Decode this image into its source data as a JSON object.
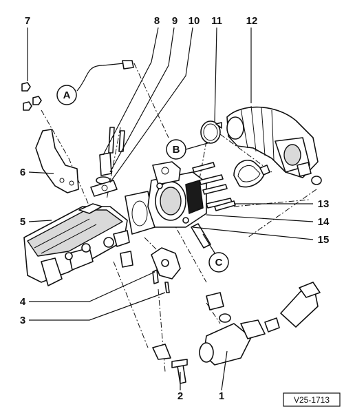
{
  "reference_code": "V25-1713",
  "callout_letters": {
    "a": "A",
    "b": "B",
    "c": "C"
  },
  "part_numbers": {
    "p1": "1",
    "p2": "2",
    "p3": "3",
    "p4": "4",
    "p5": "5",
    "p6": "6",
    "p7": "7",
    "p8": "8",
    "p9": "9",
    "p10": "10",
    "p11": "11",
    "p12": "12",
    "p13": "13",
    "p14": "14",
    "p15": "15"
  }
}
